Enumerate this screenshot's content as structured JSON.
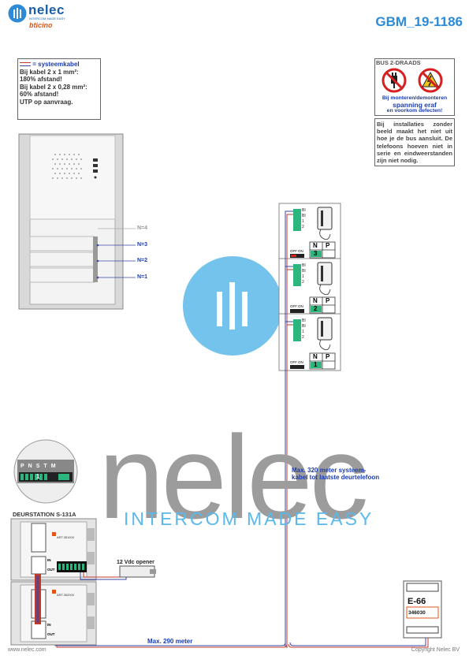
{
  "header": {
    "logo_text": "nelec",
    "logo_tagline": "INTERCOM MADE EASY",
    "brand_sub": "bticino",
    "doc_code": "GBM_19-1186"
  },
  "notes": {
    "legend": "= systeemkabel",
    "line1": "Bij kabel 2 x 1 mm²:",
    "line2": "180% afstand!",
    "line3": "Bij kabel 2 x 0,28 mm²:",
    "line4": "60% afstand!",
    "line5": "UTP op aanvraag."
  },
  "bus": {
    "title": "BUS 2-DRAADS",
    "warning_1": "Bij monteren/demonteren",
    "warning_2": "spanning eraf",
    "warning_3": "en voorkom defecten!",
    "note": "Bij installaties zonder beeld maakt het niet uit hoe je de bus aansluit. De telefoons hoeven niet in serie en eindweerstanden zijn niet nodig."
  },
  "panel_labels": {
    "n4": "N=4",
    "n3": "N=3",
    "n2": "N=2",
    "n1": "N=1"
  },
  "handsets": [
    {
      "index": "3",
      "off": "OFF",
      "on": "ON",
      "n": "N",
      "p": "P"
    },
    {
      "index": "2",
      "off": "OFF",
      "on": "ON",
      "n": "N",
      "p": "P"
    },
    {
      "index": "1",
      "off": "OFF",
      "on": "ON",
      "n": "N",
      "p": "P"
    }
  ],
  "terminal_labels": [
    "BI",
    "BI",
    "1",
    "2"
  ],
  "module": {
    "pins": [
      "P",
      "N",
      "S",
      "T",
      "M"
    ],
    "value": "1"
  },
  "station": {
    "title": "DEURSTATION S-131A",
    "module_code_top": "ART.351000",
    "module_code_bottom": "ART.352000",
    "in": "IN",
    "out": "OUT"
  },
  "opener": {
    "label": "12 Vdc opener"
  },
  "cable_max_320_1": "Max. 320 meter systeem-",
  "cable_max_320_2": "kabel tot laatste deurtelefoon",
  "cable_max_290": "Max. 290 meter",
  "psu": {
    "model": "E-66",
    "code": "346030"
  },
  "watermark": {
    "text": "nelec",
    "sub": "INTERCOM MADE EASY"
  },
  "footer": {
    "left": "www.nelec.com",
    "right": "Copyright Nelec BV"
  },
  "colors": {
    "accent": "#2d8ad6",
    "cable_blue": "#3b45a8",
    "cable_red": "#c0392b",
    "watermark_blue": "#5ab8ea"
  }
}
